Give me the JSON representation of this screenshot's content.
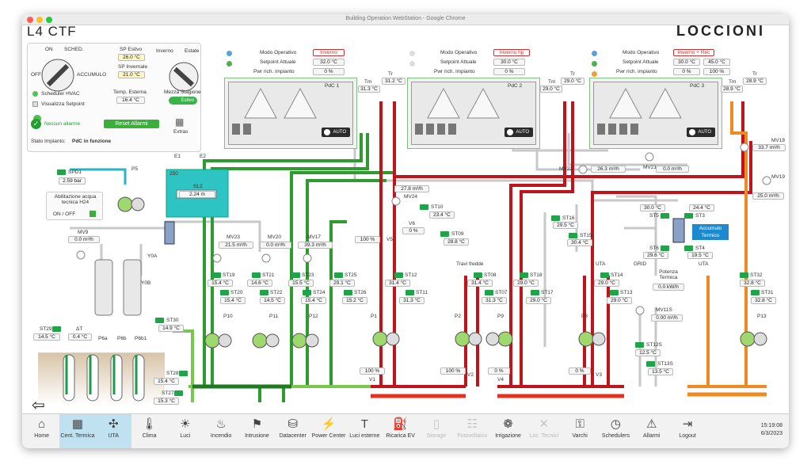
{
  "window": {
    "title": "Building Operation WebStation - Google Chrome"
  },
  "app": {
    "title": "L4   CTF",
    "logo": "LOCCIONI"
  },
  "panel": {
    "switch_labels": {
      "on": "ON",
      "sched": "SCHED.",
      "off": "OFF",
      "accumulo": "ACCUMULO"
    },
    "sp_estivo_label": "SP Estivo",
    "sp_estivo": "26.0 °C",
    "sp_invernale_label": "SP Invernale",
    "sp_invernale": "21.0 °C",
    "temp_esterna_label": "Temp. Esterna",
    "temp_esterna": "16.4 °C",
    "season_labels": {
      "inverno": "Inverno",
      "estate": "Estate"
    },
    "mezza_stagione_label": "Mezza Stagione",
    "mezza_stagione_toggle": "Estivo",
    "scheduler_hvac": "Scheduler HVAC",
    "visualizza_setpoint": "Visualizza Setpoint",
    "allarmi": "Nessun allarme",
    "reset_allarmi": "Reset Allarmi",
    "extras": "Extras",
    "stato_label": "Stato Impianto:",
    "stato_value": "PdC in funzione"
  },
  "pdc": [
    {
      "name": "PdC 1",
      "modo_label": "Modo Operativo",
      "modo": "Inverno",
      "setpoint_label": "Setpoint Attuale",
      "setpoint": "32.0 °C",
      "pwr_label": "Pwr rich. impianto",
      "pwr": "0 %",
      "tr": "31.2 °C",
      "tm": "31.3 °C",
      "auto": "AUTO"
    },
    {
      "name": "PdC 2",
      "modo_label": "Modo Operativo",
      "modo": "Inverno hp",
      "setpoint_label": "Setpoint Attuale",
      "setpoint": "30.0 °C",
      "pwr_label": "Pwr rich. impianto",
      "pwr": "0 %",
      "tr": "29.0 °C",
      "tm": "29.0 °C",
      "auto": "AUTO"
    },
    {
      "name": "PdC 3",
      "modo_label": "Modo Operativo",
      "modo": "Inverno + Rec",
      "setpoint_label": "Setpoint Attuale",
      "setpoint": "30.0 °C",
      "setpoint2": "45.0 °C",
      "pwr_label": "Pwr rich. impianto",
      "pwr": "0 %",
      "pwr2": "100 %",
      "tr": "28.9 °C",
      "tm": "28.9 °C",
      "auto": "AUTO"
    }
  ],
  "labels": {
    "tm": "Tm",
    "tr": "Tr",
    "spd1": "SPD1",
    "spd1_val": "2.59 bar",
    "p5": "P5",
    "abil_acqua": "Abilitazione acqua tecnica H24",
    "onoff": "ON / OFF",
    "e1": "E1",
    "e2": "E2",
    "l250": "250",
    "sl2": "SL2",
    "sl2_val": "2.24 m",
    "mv9": "MV9",
    "mv9_val": "0.0 m³/h",
    "y0a": "Y0A",
    "y0b": "Y0B",
    "mv23": "MV23",
    "mv23_val": "21.5 m³/h",
    "mv20": "MV20",
    "mv20_val": "0.0 m³/h",
    "mv17": "MV17",
    "mv17_val": "39.3 m³/h",
    "mv24": "MV24",
    "mv24_val": "27.8 m³/h",
    "mv22": "MV22",
    "mv22_val": "26.3 m³/h",
    "mv21": "MV21",
    "mv21_val": "0.0 m³/h",
    "mv18": "MV18",
    "mv18_val": "33.7 m³/h",
    "mv19": "MV19",
    "mv19_val": "25.0 m³/h",
    "v5": "V5",
    "v5_val": "100 %",
    "v6": "V6",
    "v6_val": "0 %",
    "travi": "Travi fredde",
    "uta1": "UTA",
    "uta2": "UTA",
    "grid": "GRID",
    "accumulo": "Accumulo Termico",
    "potenza": "Potenza Termica",
    "potenza_val": "0.0 kW/h",
    "mv11s": "MV11S",
    "mv11s_val": "0.00 m³/h",
    "st29": "ST29",
    "st29_val": "14.5 °C",
    "dt": "ΔT",
    "dt_val": "0.4 °C",
    "p6a": "P6a",
    "p6b": "P6b",
    "p6b1": "P6b1",
    "st30": "ST30",
    "st30_val": "14.9 °C",
    "st28": "ST28",
    "st28_val": "15.4 °C",
    "st27": "ST27",
    "st27_val": "15.3 °C",
    "p10": "P10",
    "p11": "P11",
    "p12": "P12",
    "p1": "P1",
    "p2": "P2",
    "p9": "P9",
    "p3": "P3",
    "p13": "P13",
    "v1": "V1",
    "v1_val": "100 %",
    "v2": "V2",
    "v2_val": "100 %",
    "v4": "V4",
    "v4_val": "0 %",
    "v3": "V3",
    "v3_val": "0 %",
    "st10": "ST10",
    "st10_val": "23.4 °C",
    "st09": "ST09",
    "st09_val": "28.8 °C",
    "st16": "ST16",
    "st16_val": "29.5 °C",
    "st15": "ST15",
    "st15_val": "30.4 °C",
    "st5": "ST5",
    "st5_val": "30.0 °C",
    "st3": "ST3",
    "st3_val": "24.4 °C",
    "st6": "ST6",
    "st6_val": "29.6 °C",
    "st4": "ST4",
    "st4_val": "19.5 °C",
    "st19": "ST19",
    "st19_val": "15.4 °C",
    "st21": "ST21",
    "st21_val": "14.6 °C",
    "st23": "ST23",
    "st23_val": "15.5 °C",
    "st25": "ST25",
    "st25_val": "29.1 °C",
    "st20": "ST20",
    "st20_val": "15.4 °C",
    "st22": "ST22",
    "st22_val": "14.5 °C",
    "st24": "ST24",
    "st24_val": "15.4 °C",
    "st26": "ST26",
    "st26_val": "15.2 °C",
    "st12": "ST12",
    "st12_val": "31.4 °C",
    "st11": "ST11",
    "st11_val": "31.3 °C",
    "st08": "ST08",
    "st08_val": "31.4 °C",
    "st07": "ST07",
    "st07_val": "31.3 °C",
    "st18": "ST18",
    "st18_val": "29.0 °C",
    "st17": "ST17",
    "st17_val": "29.0 °C",
    "st14": "ST14",
    "st14_val": "29.0 °C",
    "st13": "ST13",
    "st13_val": "29.0 °C",
    "st32": "ST32",
    "st32_val": "32.8 °C",
    "st31": "ST31",
    "st31_val": "32.8 °C",
    "st12s": "ST12S",
    "st12s_val": "12.5 °C",
    "st13s": "ST13S",
    "st13s_val": "13.5 °C"
  },
  "nav": [
    {
      "label": "Home",
      "icon": "⌂",
      "state": "normal"
    },
    {
      "label": "Cent. Termica",
      "icon": "▦",
      "state": "active"
    },
    {
      "label": "UTA",
      "icon": "✣",
      "state": "active"
    },
    {
      "label": "Clima",
      "icon": "🌡",
      "state": "normal"
    },
    {
      "label": "Luci",
      "icon": "☀",
      "state": "normal"
    },
    {
      "label": "Incendio",
      "icon": "♨",
      "state": "normal"
    },
    {
      "label": "Intrusione",
      "icon": "⚑",
      "state": "normal"
    },
    {
      "label": "Datacenter",
      "icon": "⛁",
      "state": "normal"
    },
    {
      "label": "Power Center",
      "icon": "⚡",
      "state": "normal"
    },
    {
      "label": "Luci esterne",
      "icon": "T",
      "state": "normal"
    },
    {
      "label": "Ricarica EV",
      "icon": "⛽",
      "state": "normal"
    },
    {
      "label": "Storage",
      "icon": "▯",
      "state": "disabled"
    },
    {
      "label": "Fotovoltaico",
      "icon": "☷",
      "state": "disabled"
    },
    {
      "label": "Irrigazione",
      "icon": "❁",
      "state": "normal"
    },
    {
      "label": "Loc. Tecnici",
      "icon": "✕",
      "state": "disabled"
    },
    {
      "label": "Varchi",
      "icon": "⚿",
      "state": "normal"
    },
    {
      "label": "Schedulers",
      "icon": "◷",
      "state": "normal"
    },
    {
      "label": "Allarmi",
      "icon": "⚠",
      "state": "normal"
    },
    {
      "label": "Logout",
      "icon": "⇥",
      "state": "normal"
    }
  ],
  "clock": {
    "time": "15:19:08",
    "date": "6/3/2023"
  },
  "back_icon": "⇦"
}
